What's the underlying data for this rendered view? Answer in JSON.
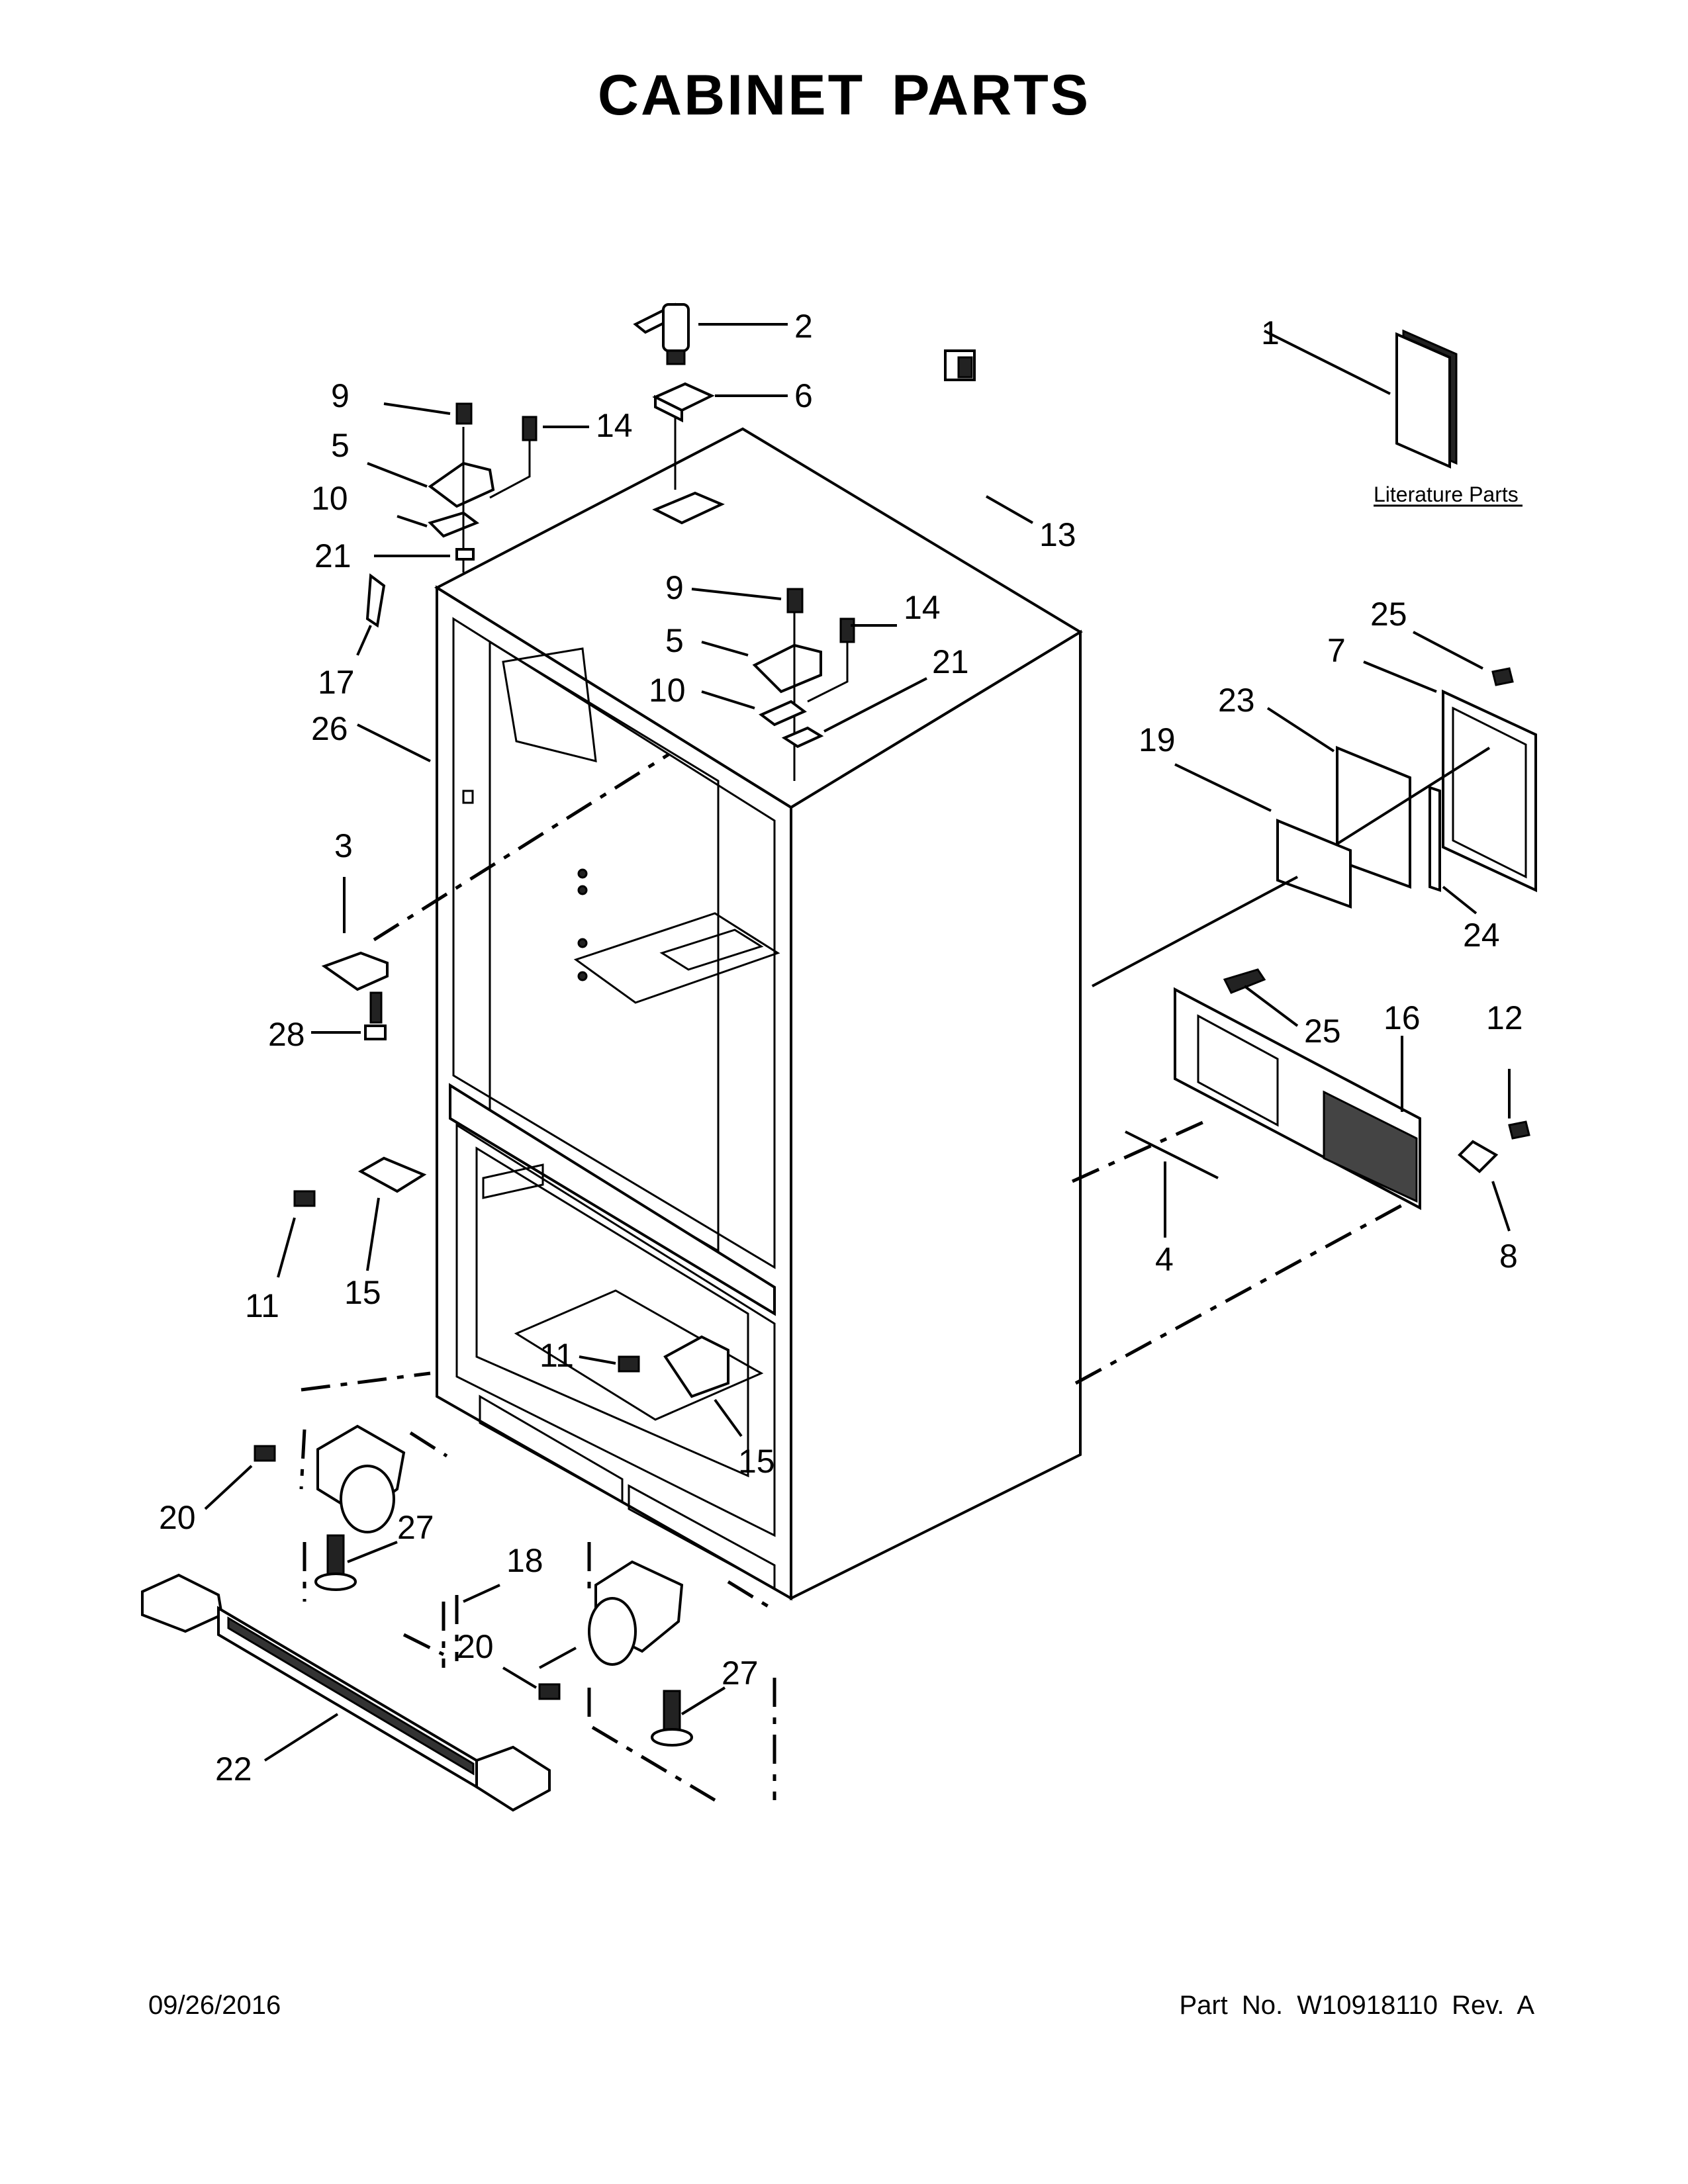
{
  "title": "CABINET PARTS",
  "literature_label": "Literature Parts",
  "footer": {
    "date": "09/26/2016",
    "part_number": "Part No.  W10918110  Rev.  A"
  },
  "callouts": {
    "c1": "1",
    "c2": "2",
    "c6": "6",
    "c9a": "9",
    "c14a": "14",
    "c5a": "5",
    "c10a": "10",
    "c21a": "21",
    "c13": "13",
    "c17": "17",
    "c26": "26",
    "c9b": "9",
    "c14b": "14",
    "c5b": "5",
    "c10b": "10",
    "c21b": "21",
    "c25a": "25",
    "c7": "7",
    "c23": "23",
    "c19": "19",
    "c24": "24",
    "c3": "3",
    "c28": "28",
    "c25b": "25",
    "c16": "16",
    "c12": "12",
    "c4": "4",
    "c8": "8",
    "c11a": "11",
    "c15a": "15",
    "c11b": "11",
    "c15b": "15",
    "c20a": "20",
    "c27a": "27",
    "c18": "18",
    "c20b": "20",
    "c27b": "27",
    "c22": "22"
  }
}
